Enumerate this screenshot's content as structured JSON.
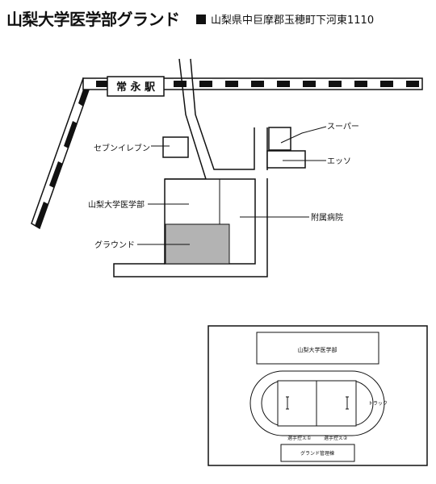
{
  "title": "山梨大学医学部グランド",
  "address_icon": "square-bullet-icon",
  "address": "山梨県中巨摩郡玉穂町下河東1110",
  "map": {
    "station_label": "常 永 駅",
    "labels": {
      "seven_eleven": "セブンイレブン",
      "supermarket": "スーパー",
      "esso": "エッソ",
      "school": "山梨大学医学部",
      "hospital": "附属病院",
      "ground": "グラウンド"
    }
  },
  "inset": {
    "building": "山梨大学医学部",
    "track": "トラック",
    "bench1": "選手控え①",
    "bench2": "選手控え②",
    "management": "グランド管理棟"
  },
  "colors": {
    "ground_fill": "#b3b3b3",
    "ink": "#111111"
  }
}
